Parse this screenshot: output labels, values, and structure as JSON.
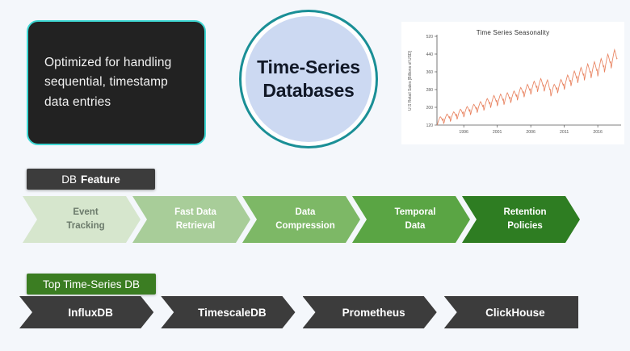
{
  "slide": {
    "background_color": "#f4f7fb"
  },
  "info_card": {
    "text": "Optimized for handling sequential, timestamp data entries",
    "background_color": "#222222",
    "border_color": "#3fd8d4",
    "text_color": "#f2f2f2"
  },
  "circle": {
    "title_line1": "Time-Series",
    "title_line2": "Databases",
    "ring_color": "#1a8f96",
    "fill_color": "#ccd9f2",
    "text_color": "#111827"
  },
  "feature_badge": {
    "label_light": "DB",
    "label_bold": "Feature",
    "background_color": "#3c3c3c",
    "text_color": "#ffffff"
  },
  "features": [
    {
      "line1": "Event",
      "line2": "Tracking",
      "color": "#d6e6cd",
      "text_color": "#6b7a6b"
    },
    {
      "line1": "Fast Data",
      "line2": "Retrieval",
      "color": "#a8cd99",
      "text_color": "#ffffff"
    },
    {
      "line1": "Data",
      "line2": "Compression",
      "color": "#7db866",
      "text_color": "#ffffff"
    },
    {
      "line1": "Temporal",
      "line2": "Data",
      "color": "#5aa544",
      "text_color": "#ffffff"
    },
    {
      "line1": "Retention",
      "line2": "Policies",
      "color": "#2e7d22",
      "text_color": "#ffffff"
    }
  ],
  "top_db_badge": {
    "label": "Top Time-Series DB",
    "background_color": "#3b7d22",
    "text_color": "#ffffff"
  },
  "databases": [
    {
      "label": "InfluxDB"
    },
    {
      "label": "TimescaleDB"
    },
    {
      "label": "Prometheus"
    },
    {
      "label": "ClickHouse"
    }
  ],
  "chart_data": {
    "type": "line",
    "title": "Time Series Seasonality",
    "xlabel": "",
    "ylabel": "U.S Retail Sales [Billions of USD]",
    "xlim": [
      1992,
      2019
    ],
    "ylim": [
      120,
      520
    ],
    "xticks": [
      "1996",
      "2001",
      "2006",
      "2011",
      "2016"
    ],
    "xtick_values": [
      1996,
      2001,
      2006,
      2011,
      2016
    ],
    "yticks": [
      "120",
      "200",
      "280",
      "360",
      "440",
      "520"
    ],
    "ytick_values": [
      120,
      200,
      280,
      360,
      440,
      520
    ],
    "grid": false,
    "legend": "none",
    "line_color": "#e8825f",
    "series": [
      {
        "name": "U.S Retail Sales",
        "x": [
          1992.0,
          1992.5,
          1993.0,
          1993.5,
          1994.0,
          1994.5,
          1995.0,
          1995.5,
          1996.0,
          1996.5,
          1997.0,
          1997.5,
          1998.0,
          1998.5,
          1999.0,
          1999.5,
          2000.0,
          2000.5,
          2001.0,
          2001.5,
          2002.0,
          2002.5,
          2003.0,
          2003.5,
          2004.0,
          2004.5,
          2005.0,
          2005.5,
          2006.0,
          2006.5,
          2007.0,
          2007.5,
          2008.0,
          2008.5,
          2009.0,
          2009.5,
          2010.0,
          2010.5,
          2011.0,
          2011.5,
          2012.0,
          2012.5,
          2013.0,
          2013.5,
          2014.0,
          2014.5,
          2015.0,
          2015.5,
          2016.0,
          2016.5,
          2017.0,
          2017.5,
          2018.0,
          2018.5,
          2019.0
        ],
        "values": [
          132,
          150,
          142,
          162,
          152,
          172,
          162,
          184,
          172,
          196,
          182,
          206,
          192,
          218,
          202,
          232,
          214,
          246,
          222,
          252,
          228,
          258,
          236,
          266,
          248,
          282,
          262,
          296,
          274,
          310,
          286,
          322,
          288,
          316,
          266,
          296,
          280,
          318,
          296,
          338,
          312,
          356,
          326,
          372,
          338,
          388,
          348,
          398,
          356,
          412,
          374,
          432,
          392,
          452,
          408
        ],
        "seasonal_amplitude": 34,
        "seasonal_period_years": 1,
        "description": "Monthly U.S. retail sales with strong annual December spikes and a rising trend from ~130B in 1992 to ~450B in 2019, with a dip around 2008-2009."
      }
    ]
  }
}
